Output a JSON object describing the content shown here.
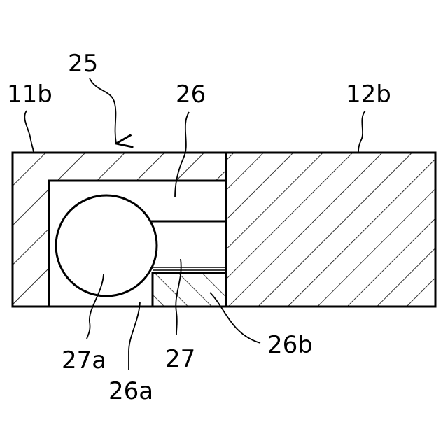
{
  "figure": {
    "labels": {
      "l25": "25",
      "l11b": "11b",
      "l26": "26",
      "l12b": "12b",
      "l27a": "27a",
      "l26a": "26a",
      "l27": "27",
      "l26b": "26b"
    },
    "stroke_color": "#000000",
    "background": "#ffffff"
  }
}
